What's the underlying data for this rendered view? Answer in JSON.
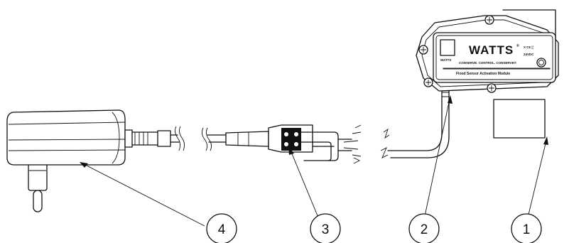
{
  "module": {
    "brand": "WATTS",
    "registered": "®",
    "tagline": "CONSERVE. CONTROL. CONSERVE®",
    "title": "Flood Sensor Activation Module",
    "cert": "24VDC",
    "badge": "WATTS"
  },
  "callouts": [
    {
      "label": "1"
    },
    {
      "label": "2"
    },
    {
      "label": "3"
    },
    {
      "label": "4"
    }
  ]
}
